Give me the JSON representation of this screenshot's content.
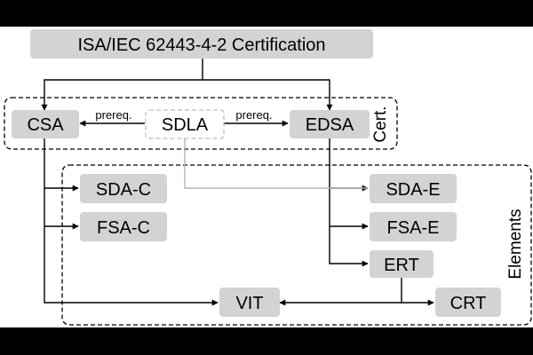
{
  "diagram": {
    "title_box": "ISA/IEC 62443-4-2 Certification",
    "groups": {
      "cert": "Cert.",
      "elements": "Elements"
    },
    "nodes": {
      "csa": "CSA",
      "sdla": "SDLA",
      "edsa": "EDSA",
      "sda_c": "SDA-C",
      "fsa_c": "FSA-C",
      "sda_e": "SDA-E",
      "fsa_e": "FSA-E",
      "ert": "ERT",
      "vit": "VIT",
      "crt": "CRT"
    },
    "edge_labels": {
      "sdla_to_csa": "prereq.",
      "sdla_to_edsa": "prereq."
    },
    "colors": {
      "box_fill": "#d3d3d3",
      "line": "#000000",
      "sdla_link": "#b5b5b5",
      "background": "#ffffff"
    }
  }
}
